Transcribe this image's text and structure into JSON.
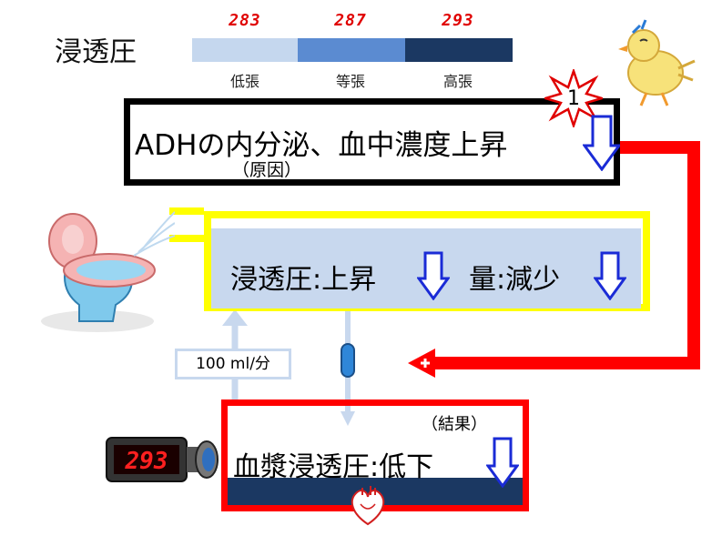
{
  "title": "浸透圧",
  "scale": {
    "segments": [
      {
        "label": "低張",
        "value": "283",
        "color": "#c5d7ee"
      },
      {
        "label": "等張",
        "value": "287",
        "color": "#5b8bd1"
      },
      {
        "label": "高張",
        "value": "293",
        "color": "#1b3862"
      }
    ]
  },
  "adh": {
    "text": "ADHの内分泌、血中濃度上昇",
    "cause": "（原因）",
    "badge": "1"
  },
  "urine": {
    "osmolality": "浸透圧:上昇",
    "volume": "量:減少"
  },
  "rate": "100 ml/分",
  "blood": {
    "text": "血漿浸透圧:低下",
    "result": "（結果）"
  },
  "meter_value": "293",
  "colors": {
    "frame_red": "#ff0000",
    "frame_yellow": "#ffff00",
    "arrow_blue": "#1a2bd6",
    "plasma_navy": "#1b3862"
  }
}
